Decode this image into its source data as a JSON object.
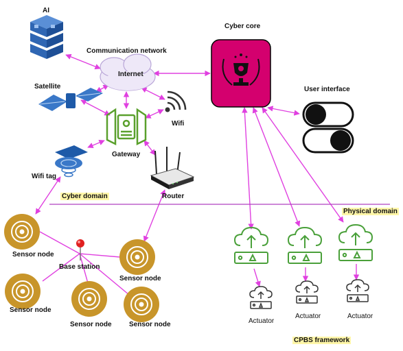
{
  "labels": {
    "ai": "AI",
    "communication_network": "Communication network",
    "internet": "Internet",
    "satellite": "Satellite",
    "gateway": "Gateway",
    "wifi": "Wifi",
    "wifi_tag": "Wifi tag",
    "router": "Router",
    "cyber_domain": "Cyber domain",
    "cyber_core": "Cyber core",
    "user_interface": "User interface",
    "physical_domain": "Physical domain",
    "base_station": "Base station",
    "sensor_node": "Sensor node",
    "actuator": "Actuator",
    "cpbs_framework": "CPBS framework"
  },
  "colors": {
    "link": "#e040e0",
    "ai_blue": "#2f66b3",
    "cloud_fill": "#eee8f8",
    "cloud_stroke": "#b9a6d8",
    "core_fill": "#d4006e",
    "gateway_green": "#5aa02c",
    "sensor_gold": "#c8952a",
    "highlight": "#fff6a8",
    "divider": "#b040c0"
  }
}
